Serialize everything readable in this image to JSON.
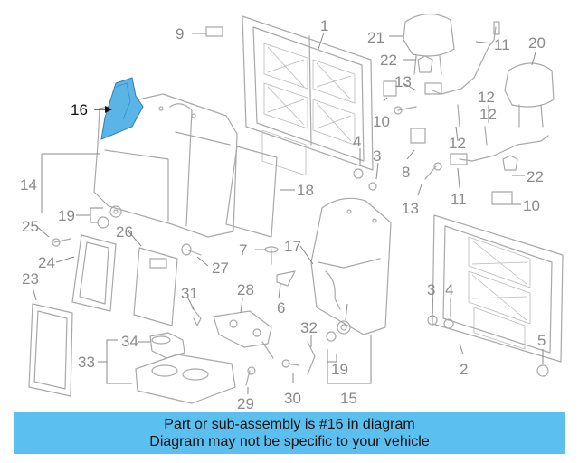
{
  "callouts": {
    "c1": "1",
    "c2": "2",
    "c3a": "3",
    "c3b": "3",
    "c4a": "4",
    "c4b": "4",
    "c5": "5",
    "c6": "6",
    "c7": "7",
    "c8": "8",
    "c9": "9",
    "c10a": "10",
    "c10b": "10",
    "c11a": "11",
    "c11b": "11",
    "c12a": "12",
    "c12b": "12",
    "c12c": "12",
    "c13a": "13",
    "c13b": "13",
    "c14": "14",
    "c15": "15",
    "c16": "16",
    "c17": "17",
    "c18": "18",
    "c19a": "19",
    "c19b": "19",
    "c20": "20",
    "c21": "21",
    "c22a": "22",
    "c22b": "22",
    "c23": "23",
    "c24": "24",
    "c25": "25",
    "c26": "26",
    "c27": "27",
    "c28": "28",
    "c29": "29",
    "c30": "30",
    "c31": "31",
    "c32": "32",
    "c33": "33",
    "c34": "34"
  },
  "highlight": {
    "part_number": "16",
    "color": "#5ab4e5"
  },
  "banner": {
    "line1": "Part or sub-assembly is #16 in diagram",
    "line2": "Diagram may not be specific to your vehicle",
    "color": "#5bc0f0"
  }
}
